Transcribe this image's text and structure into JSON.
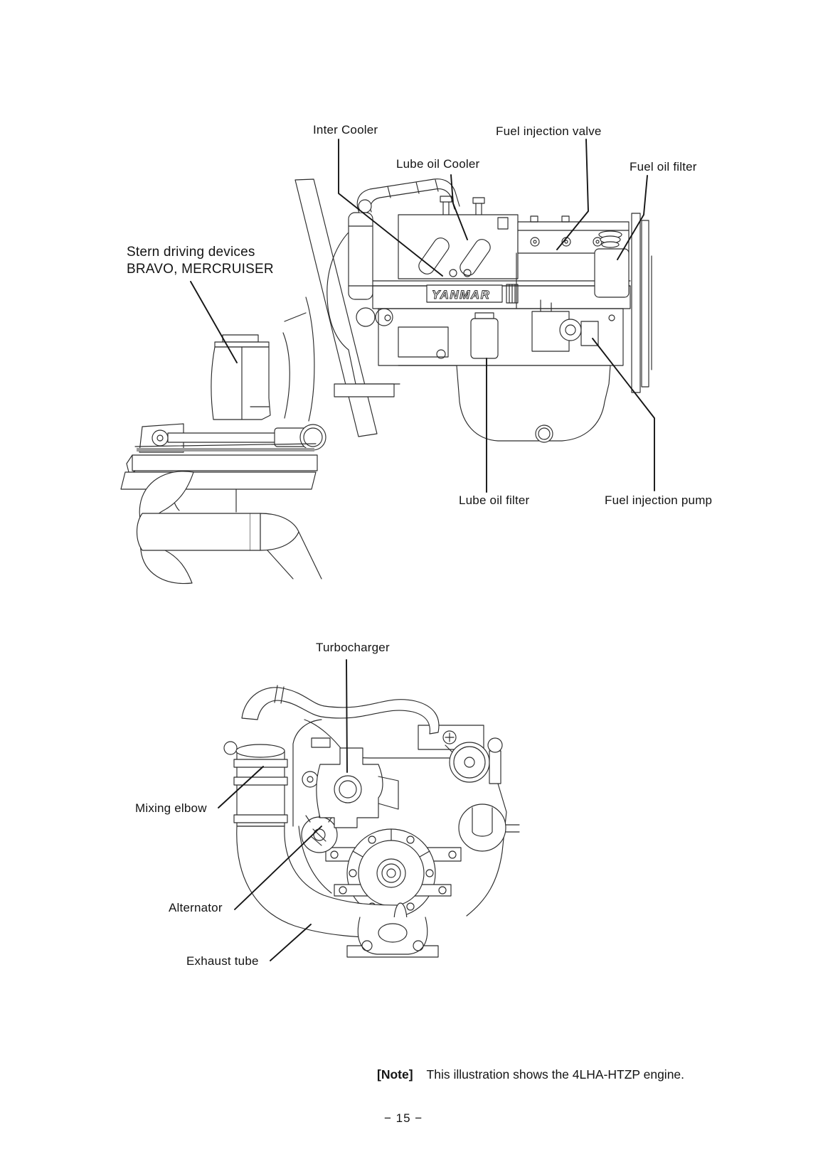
{
  "top_diagram": {
    "labels": {
      "inter_cooler": "Inter Cooler",
      "lube_oil_cooler": "Lube oil Cooler",
      "fuel_injection_valve": "Fuel injection valve",
      "fuel_oil_filter": "Fuel oil filter",
      "stern_devices_line1": "Stern driving devices",
      "stern_devices_line2": "BRAVO, MERCRUISER",
      "lube_oil_filter": "Lube oil filter",
      "fuel_injection_pump": "Fuel injection pump"
    },
    "engine_branding": "YANMAR"
  },
  "bottom_diagram": {
    "labels": {
      "turbocharger": "Turbocharger",
      "mixing_elbow": "Mixing elbow",
      "alternator": "Alternator",
      "exhaust_tube": "Exhaust tube"
    }
  },
  "footer": {
    "note_prefix": "[Note]",
    "note_text": "This illustration shows the 4LHA-HTZP engine.",
    "page_number": "− 15 −"
  },
  "colors": {
    "ink": "#1c1c1c",
    "paper": "#ffffff"
  }
}
